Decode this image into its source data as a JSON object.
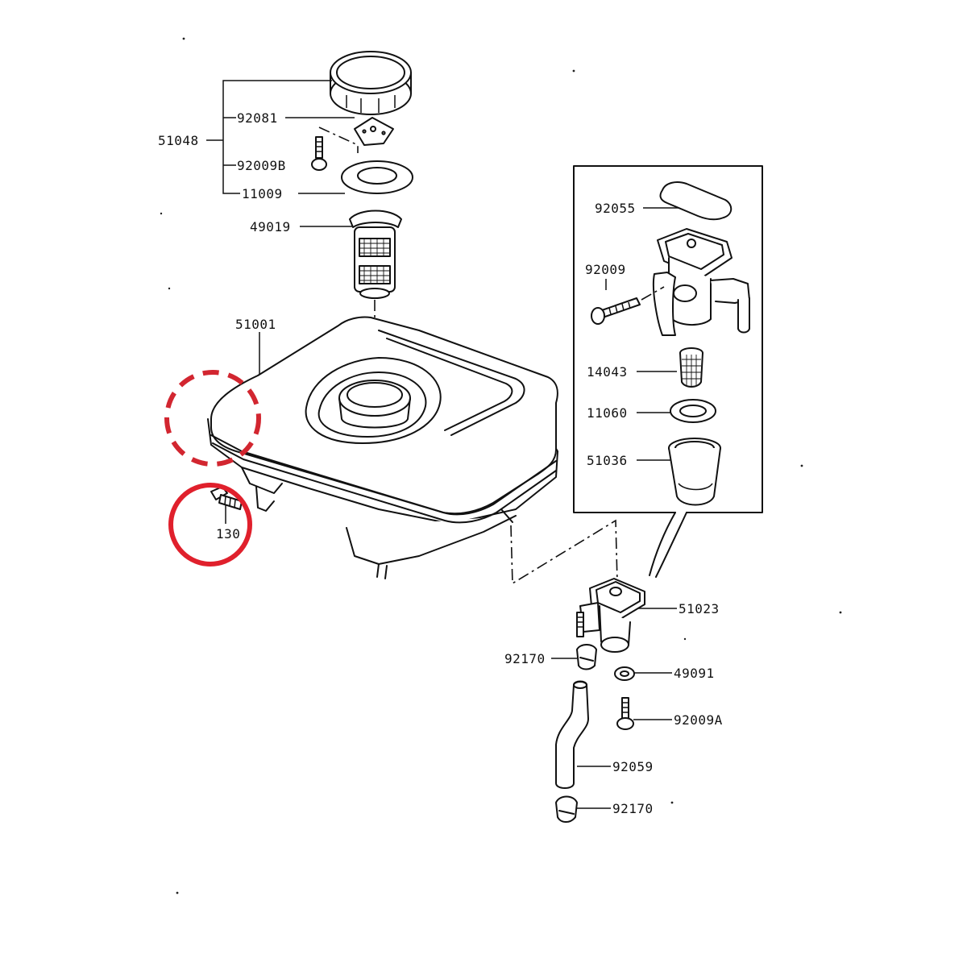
{
  "labels": {
    "cap_assy": "51048",
    "cap_plate": "92081",
    "cap_screw": "92009B",
    "cap_gasket": "11009",
    "strainer": "49019",
    "fuel_tank": "51001",
    "bolt": "130",
    "cock_gasket": "92055",
    "cock_screw": "92009",
    "cock_filter": "14043",
    "cock_ring": "11060",
    "cock_cup": "51036",
    "fuel_cock": "51023",
    "hose_clamp_upper": "92170",
    "washer": "49091",
    "cock_bolt": "92009A",
    "fuel_hose": "92059",
    "hose_clamp_lower": "92170"
  },
  "highlight_colors": {
    "dashed_circle": "#d22630",
    "solid_circle": "#e0202c"
  }
}
